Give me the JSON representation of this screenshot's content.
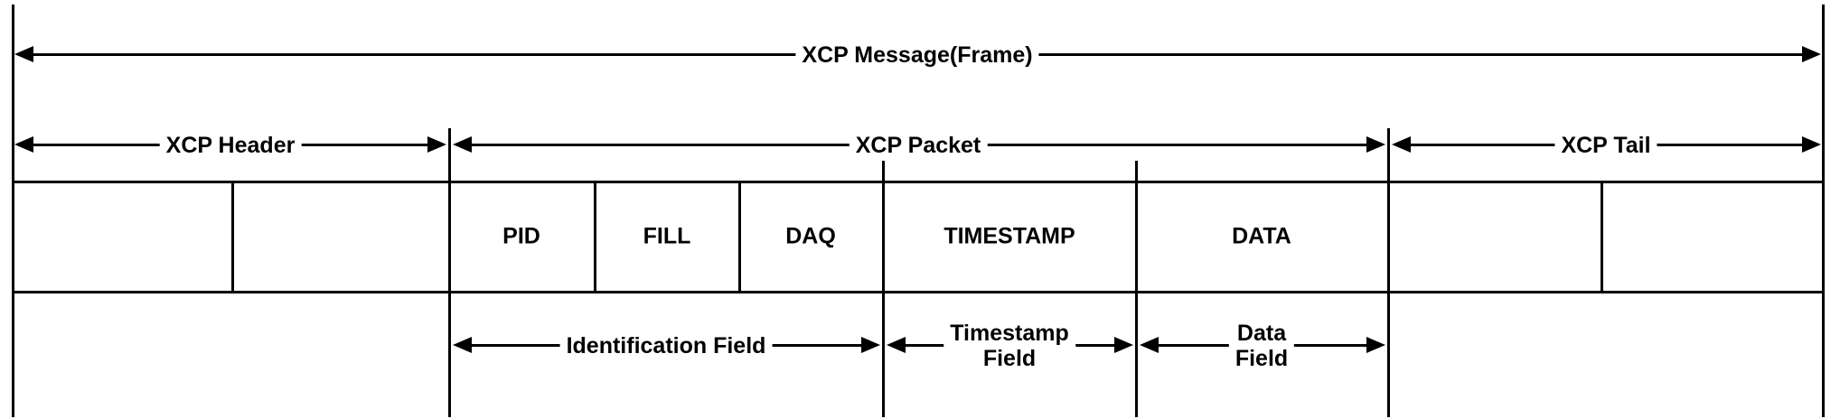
{
  "diagram": {
    "title": "XCP Message(Frame)",
    "sections": {
      "header": {
        "label": "XCP Header"
      },
      "packet": {
        "label": "XCP Packet"
      },
      "tail": {
        "label": "XCP Tail"
      }
    },
    "packet_fields": [
      "PID",
      "FILL",
      "DAQ",
      "TIMESTAMP",
      "DATA"
    ],
    "bottom_fields": {
      "identification": {
        "label": "Identification Field"
      },
      "timestamp": {
        "line1": "Timestamp",
        "line2": "Field"
      },
      "data": {
        "line1": "Data",
        "line2": "Field"
      }
    },
    "colors": {
      "line": "#000000",
      "background": "#ffffff"
    }
  }
}
